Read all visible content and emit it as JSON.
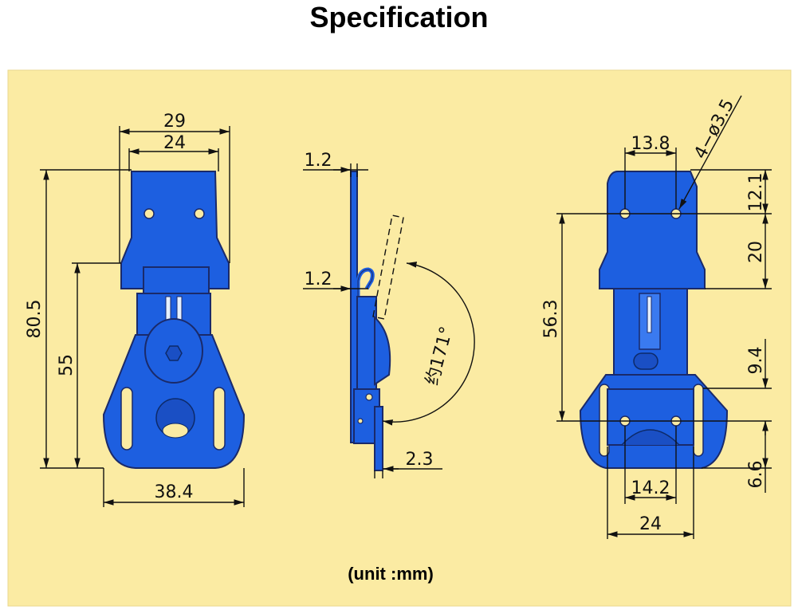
{
  "title": "Specification",
  "unit_note": "(unit :mm)",
  "colors": {
    "panel_background": "#fbeba3",
    "part_fill": "#1d5fe0",
    "part_outline": "#1a2a6a",
    "dimension_lines": "#111111"
  },
  "front_view": {
    "top_width_outer": "29",
    "top_width_inner": "24",
    "total_height": "80.5",
    "hinge_height": "55",
    "bottom_width": "38.4"
  },
  "side_view": {
    "plate_thickness_top": "1.2",
    "plate_thickness_mid": "1.2",
    "opening_angle": "约171°",
    "base_thickness": "2.3"
  },
  "back_view": {
    "hole_spacing_top": "13.8",
    "hole_spec": "4−ø3.5",
    "top_hole_offset": "12.1",
    "top_plate_height": "20",
    "hole_span_vertical": "56.3",
    "lower_hole_offset": "9.4",
    "bottom_margin": "6.6",
    "hole_spacing_bottom": "14.2",
    "bottom_width": "24"
  }
}
